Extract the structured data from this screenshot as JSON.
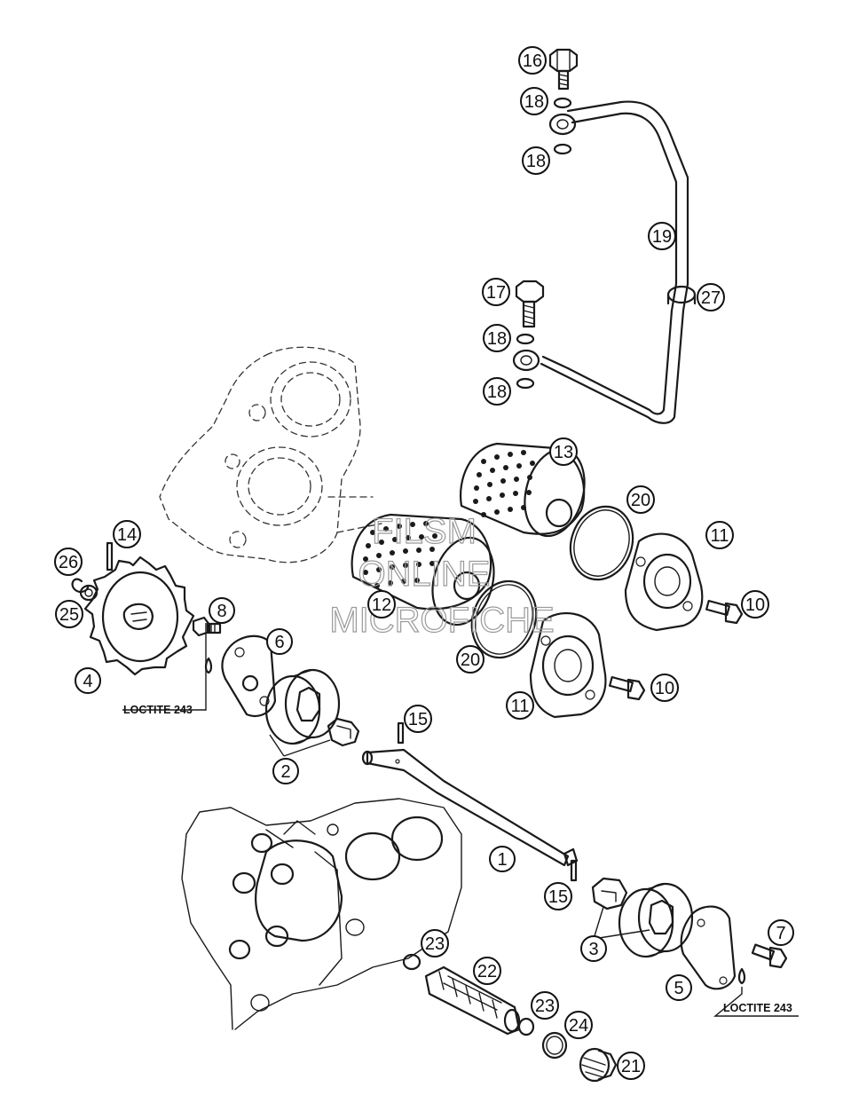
{
  "diagram": {
    "callouts": [
      {
        "id": "c1",
        "label": "1"
      },
      {
        "id": "c2",
        "label": "2"
      },
      {
        "id": "c3",
        "label": "3"
      },
      {
        "id": "c4",
        "label": "4"
      },
      {
        "id": "c5",
        "label": "5"
      },
      {
        "id": "c6",
        "label": "6"
      },
      {
        "id": "c7",
        "label": "7"
      },
      {
        "id": "c8",
        "label": "8"
      },
      {
        "id": "c10a",
        "label": "10"
      },
      {
        "id": "c10b",
        "label": "10"
      },
      {
        "id": "c11a",
        "label": "11"
      },
      {
        "id": "c11b",
        "label": "11"
      },
      {
        "id": "c12",
        "label": "12"
      },
      {
        "id": "c13",
        "label": "13"
      },
      {
        "id": "c14",
        "label": "14"
      },
      {
        "id": "c15a",
        "label": "15"
      },
      {
        "id": "c15b",
        "label": "15"
      },
      {
        "id": "c16",
        "label": "16"
      },
      {
        "id": "c17",
        "label": "17"
      },
      {
        "id": "c18a",
        "label": "18"
      },
      {
        "id": "c18b",
        "label": "18"
      },
      {
        "id": "c18c",
        "label": "18"
      },
      {
        "id": "c18d",
        "label": "18"
      },
      {
        "id": "c19",
        "label": "19"
      },
      {
        "id": "c20a",
        "label": "20"
      },
      {
        "id": "c20b",
        "label": "20"
      },
      {
        "id": "c21",
        "label": "21"
      },
      {
        "id": "c22",
        "label": "22"
      },
      {
        "id": "c23a",
        "label": "23"
      },
      {
        "id": "c23b",
        "label": "23"
      },
      {
        "id": "c24",
        "label": "24"
      },
      {
        "id": "c25",
        "label": "25"
      },
      {
        "id": "c26",
        "label": "26"
      },
      {
        "id": "c27",
        "label": "27"
      }
    ],
    "notes": {
      "loctite_left": "LOCTITE 243",
      "loctite_right": "LOCTITE 243"
    },
    "watermark": {
      "line1": "FILSM",
      "line2": "ONLINE",
      "line3": "MICROFICHE"
    }
  }
}
